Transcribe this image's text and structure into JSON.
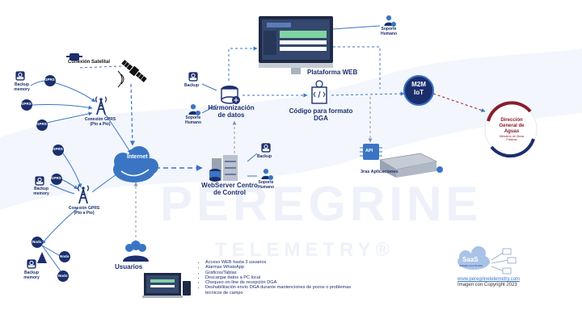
{
  "watermark": {
    "line1": "PEREGRINE",
    "line2": "TELEMETRY®"
  },
  "left": {
    "satellite_label": "Conexión Satelital",
    "backup_memory": "Backup memory",
    "gprs": "GPRS",
    "gprs_link_label": "Conexión GPRS (Pto a Pto)",
    "nodo": "Nodo"
  },
  "center": {
    "internet_label": "Internet",
    "webserver_label": "WebServer Centro de Control",
    "backup_label": "Backup",
    "soporte_humano": "Soporte Humano",
    "harmonizacion_label": "Harmonización de datos",
    "codigo_label": "Código para formato DGA",
    "plataforma_label": "Plataforma WEB",
    "usuarios_label": "Usuarios"
  },
  "right": {
    "m2m_line1": "M2M",
    "m2m_line2": "IoT",
    "api_label": "API",
    "terceras_label": "3ras Aplicaciones",
    "dga_line1": "Dirección",
    "dga_line2": "General de",
    "dga_line3": "Aguas",
    "dga_sub": "Ministerio de Obras Públicas"
  },
  "features": [
    "Acceso WEB hasta 3 usuarios",
    "Alarmas WhatsApp",
    "Gráficos/Tablas",
    "Descargar datos a PC local",
    "Chequeo on-line de recepción DGA",
    "Deshabilitación envío DGA durante mantenciones de pozos o problemas técnicos de campo"
  ],
  "footer": {
    "saas": "SaaS",
    "saas_sub": "Software as a Service",
    "url": "www.peregrinetelemetry.com",
    "copyright": "Imagen con Copyright 2023"
  },
  "colors": {
    "navy": "#1b2f6e",
    "blue": "#3a75c4",
    "maroon": "#8a1c2b"
  }
}
